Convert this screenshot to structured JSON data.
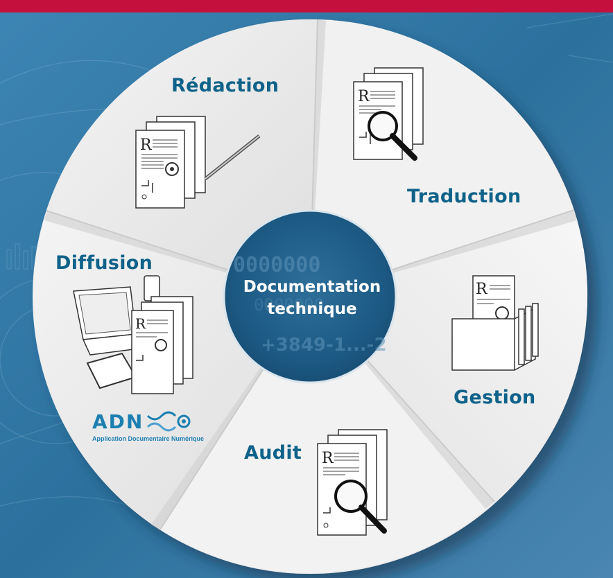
{
  "center": {
    "line1": "Documentation",
    "line2": "technique",
    "bg_digits_top": "0000000",
    "bg_digits_mid": "0000000",
    "bg_digits_bottom": "+3849-1...-2"
  },
  "segments": [
    {
      "id": "redaction",
      "label": "Rédaction",
      "icon": "documents-with-pen-icon"
    },
    {
      "id": "traduction",
      "label": "Traduction",
      "icon": "documents-with-magnifier-icon"
    },
    {
      "id": "gestion",
      "label": "Gestion",
      "icon": "document-filing-box-icon"
    },
    {
      "id": "audit",
      "label": "Audit",
      "icon": "documents-with-magnifier-icon"
    },
    {
      "id": "diffusion",
      "label": "Diffusion",
      "icon": "laptop-tablet-phone-documents-icon"
    }
  ],
  "brand": {
    "logo_text": "ADN",
    "tagline": "Application Documentaire Numérique"
  },
  "colors": {
    "top_bar": "#c4103c",
    "label": "#0f6289",
    "background": "#2a6d98",
    "wheel": "#f2f2f2",
    "hub": "#1c5c86",
    "brand": "#1c7fb0"
  }
}
